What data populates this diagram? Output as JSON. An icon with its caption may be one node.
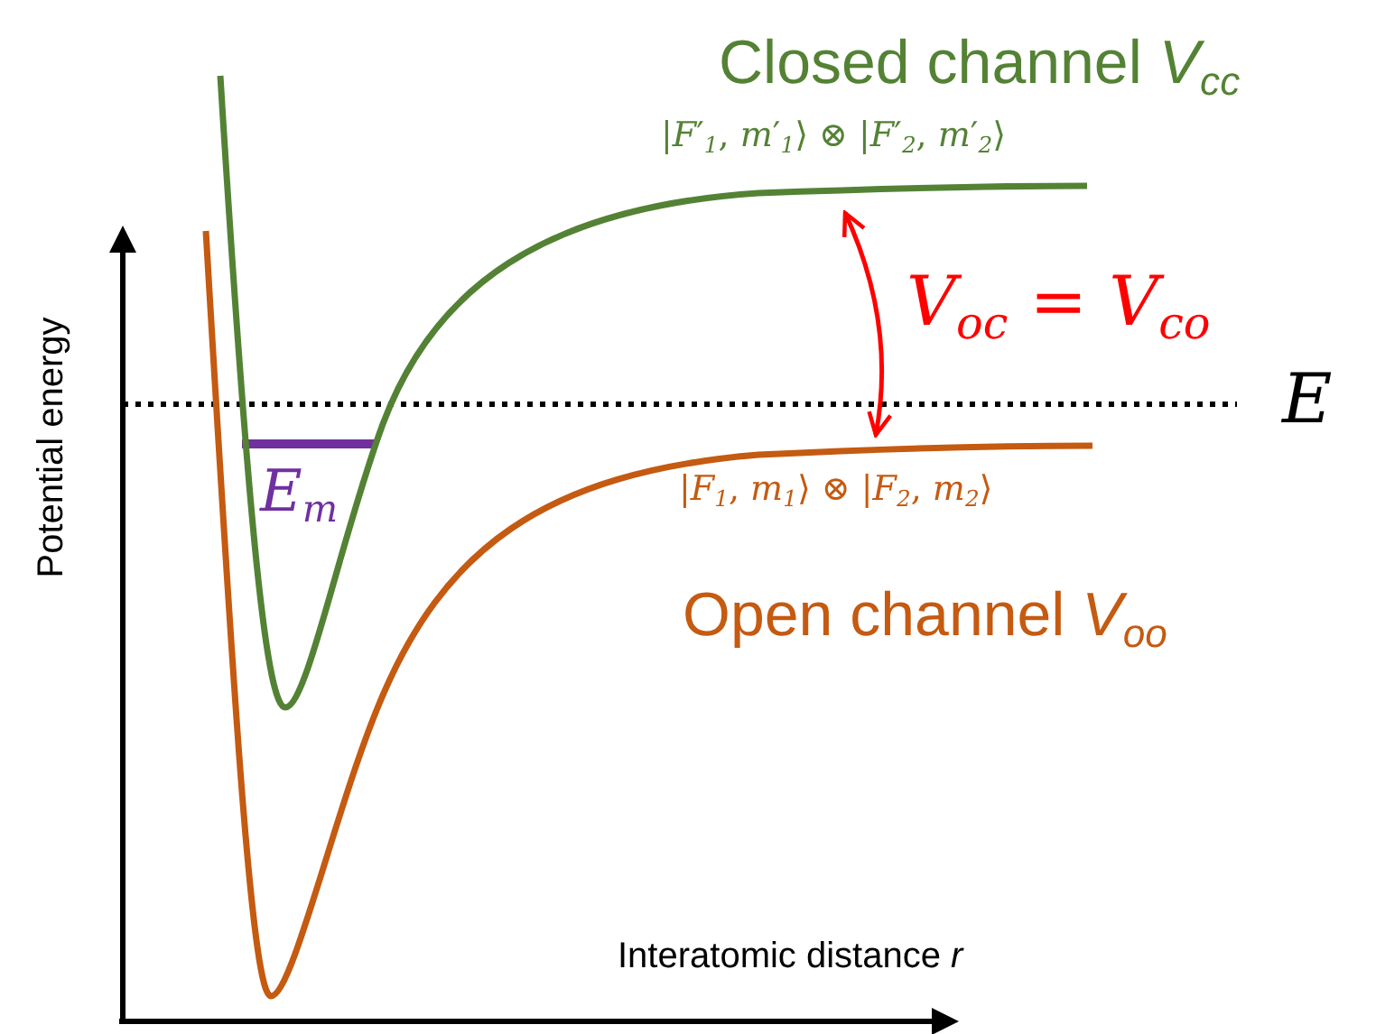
{
  "diagram": {
    "nodes": [
      {
        "text": [],
        "shape": "curve"
      },
      {
        "text": [],
        "shape": "curve"
      }
    ],
    "edges": [
      {
        "from": 1,
        "to": 0,
        "arrow": "both",
        "label": "*V*$_{oc}$ = *V*$_{co}$",
        "color": "#ff0000"
      }
    ],
    "labels": [
      "Closed channel *V*$_{cc}$",
      "|*F*′$_{1}$, *m*′$_{1}$⟩ ⊗ |*F*′$_{2}$, *m*′$_{2}$⟩",
      "E",
      "E$_{m}$",
      "|*F*$_{1}$, *m*$_{1}$⟩ ⊗ |*F*$_{2}$, *m*$_{2}$⟩",
      "Open channel *V*$_{oo}$",
      "Potential energy",
      "Interatomic distance *r*"
    ]
  }
}
